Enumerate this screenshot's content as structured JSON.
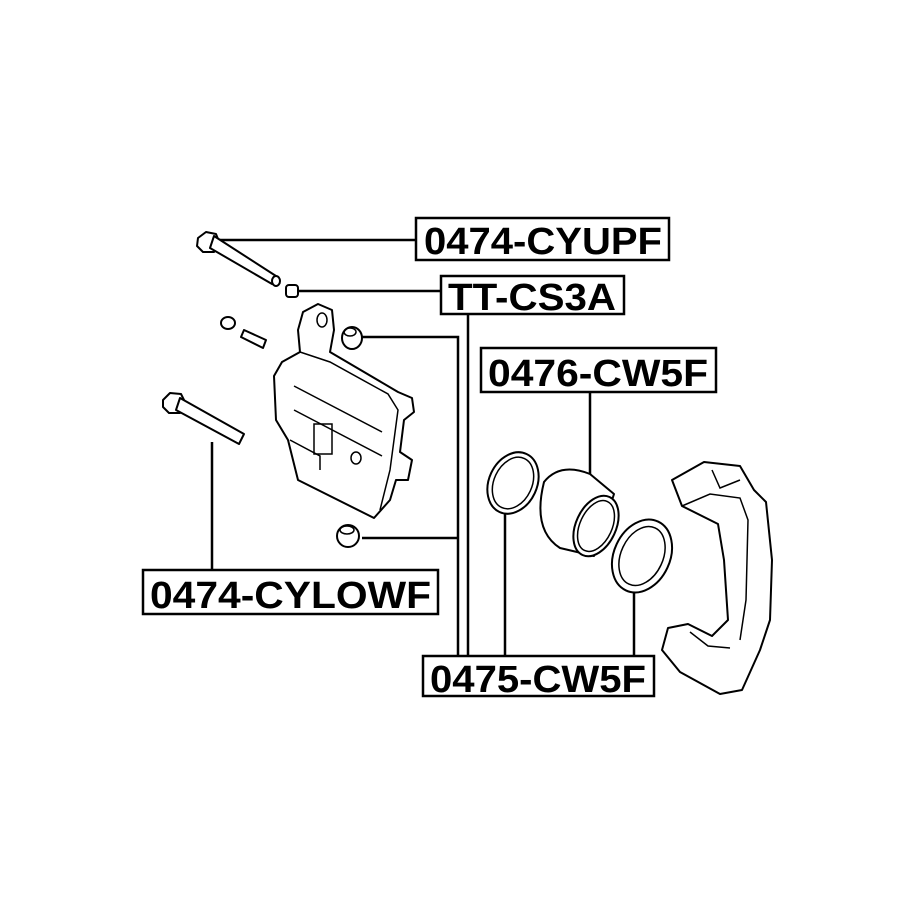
{
  "diagram": {
    "labels": {
      "upper_pin": "0474-CYUPF",
      "pin_boot": "TT-CS3A",
      "piston": "0476-CW5F",
      "lower_pin": "0474-CYLOWF",
      "seal_kit": "0475-CW5F"
    },
    "colors": {
      "line": "#000000",
      "background": "#ffffff"
    }
  }
}
